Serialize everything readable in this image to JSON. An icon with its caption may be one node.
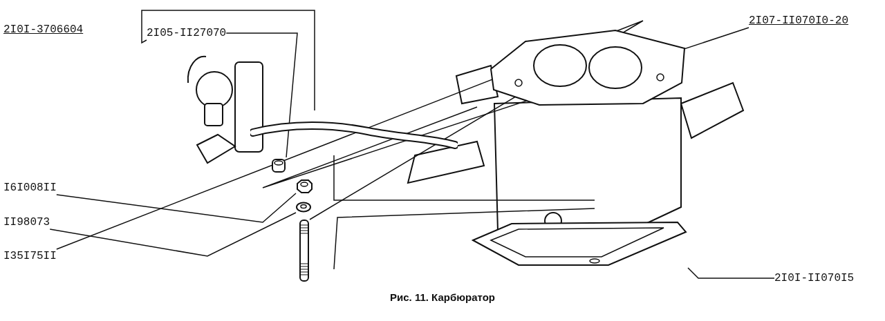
{
  "diagram": {
    "caption": "Рис. 11. Карбюратор",
    "nodes": [
      {
        "text": [
          "2I05-II27070"
        ]
      },
      {
        "text": [
          "2I07-II070I0-20"
        ]
      },
      {
        "text": [
          "I6I008II"
        ]
      },
      {
        "text": [
          "II98073"
        ]
      },
      {
        "text": [
          "I35I75II"
        ]
      },
      {
        "text": [
          "2I0I-II070I5"
        ]
      },
      {
        "text": [],
        "shape": "picture"
      },
      {
        "text": [],
        "shape": "picture"
      },
      {
        "text": [],
        "shape": "picture"
      },
      {
        "text": [],
        "shape": "picture"
      },
      {
        "text": [],
        "shape": "picture"
      },
      {
        "text": [],
        "shape": "picture"
      },
      {
        "text": [],
        "shape": "picture"
      }
    ],
    "edges": [
      {
        "from": 0,
        "to": 6,
        "arrow": "none"
      },
      {
        "from": 0,
        "to": 7,
        "arrow": "none"
      },
      {
        "from": 1,
        "to": 8,
        "arrow": "none"
      },
      {
        "from": 2,
        "to": 9,
        "arrow": "none"
      },
      {
        "from": 3,
        "to": 10,
        "arrow": "none"
      },
      {
        "from": 4,
        "to": 11,
        "arrow": "none"
      },
      {
        "from": 5,
        "to": 12,
        "arrow": "none"
      }
    ],
    "labels": [
      "2I0I-3706604"
    ]
  }
}
